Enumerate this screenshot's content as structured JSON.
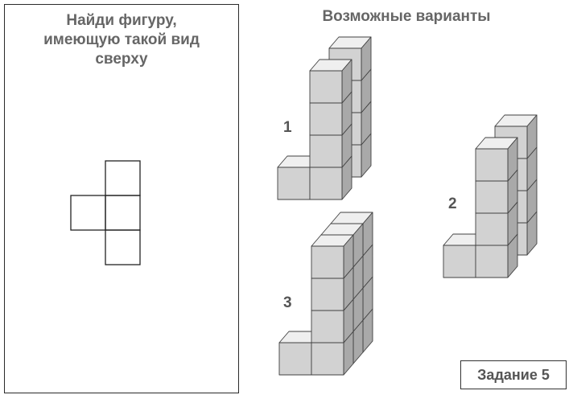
{
  "task": {
    "title_lines": [
      "Найди фигуру,",
      "имеющую такой вид",
      "сверху"
    ]
  },
  "options": {
    "heading": "Возможные варианты",
    "labels": [
      "1",
      "2",
      "3"
    ]
  },
  "badge": "Задание 5",
  "colors": {
    "front": "#d2d2d2",
    "top": "#efefef",
    "side": "#a9a9a9",
    "edge": "#404040",
    "text": "#666666"
  }
}
